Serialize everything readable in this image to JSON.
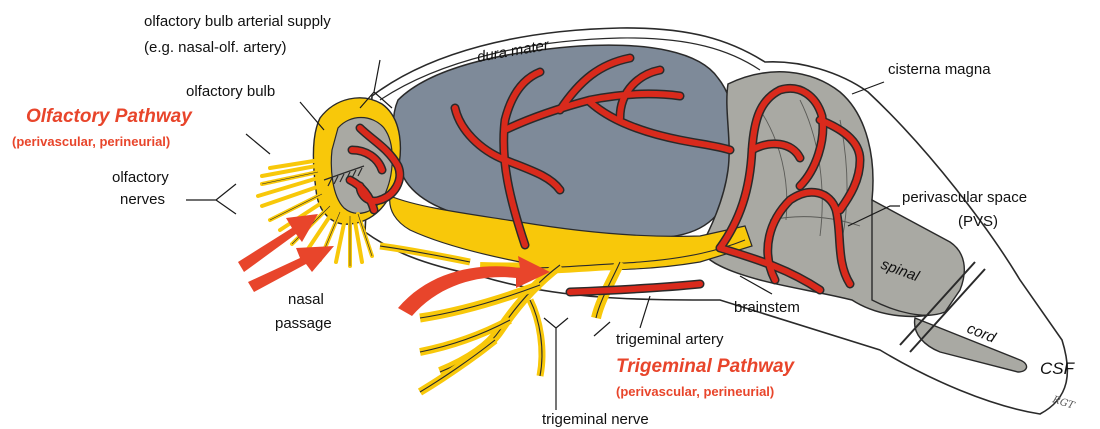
{
  "colors": {
    "pathway_red": "#e8452b",
    "vessel_red": "#d92a1c",
    "nerve_yellow": "#f8c80a",
    "brain_gray": "#7e8a99",
    "hind_gray": "#a9a9a3",
    "outline": "#222222"
  },
  "labels": {
    "olfactory_bulb_arterial_supply_line1": "olfactory bulb arterial supply",
    "olfactory_bulb_arterial_supply_line2": "(e.g. nasal-olf. artery)",
    "dura_mater": "dura mater",
    "olfactory_bulb": "olfactory bulb",
    "olfactory_pathway_title": "Olfactory Pathway",
    "olfactory_pathway_sub": "(perivascular, perineurial)",
    "olfactory_nerves_line1": "olfactory",
    "olfactory_nerves_line2": "nerves",
    "nasal_passage_line1": "nasal",
    "nasal_passage_line2": "passage",
    "cisterna_magna": "cisterna magna",
    "perivascular_space_line1": "perivascular space",
    "perivascular_space_line2": "(PVS)",
    "spinal": "spinal",
    "cord": "cord",
    "csf": "CSF",
    "brainstem": "brainstem",
    "trigeminal_artery": "trigeminal artery",
    "trigeminal_pathway_title": "Trigeminal Pathway",
    "trigeminal_pathway_sub": "(perivascular, perineurial)",
    "trigeminal_nerve": "trigeminal nerve",
    "signature": "RGT"
  }
}
